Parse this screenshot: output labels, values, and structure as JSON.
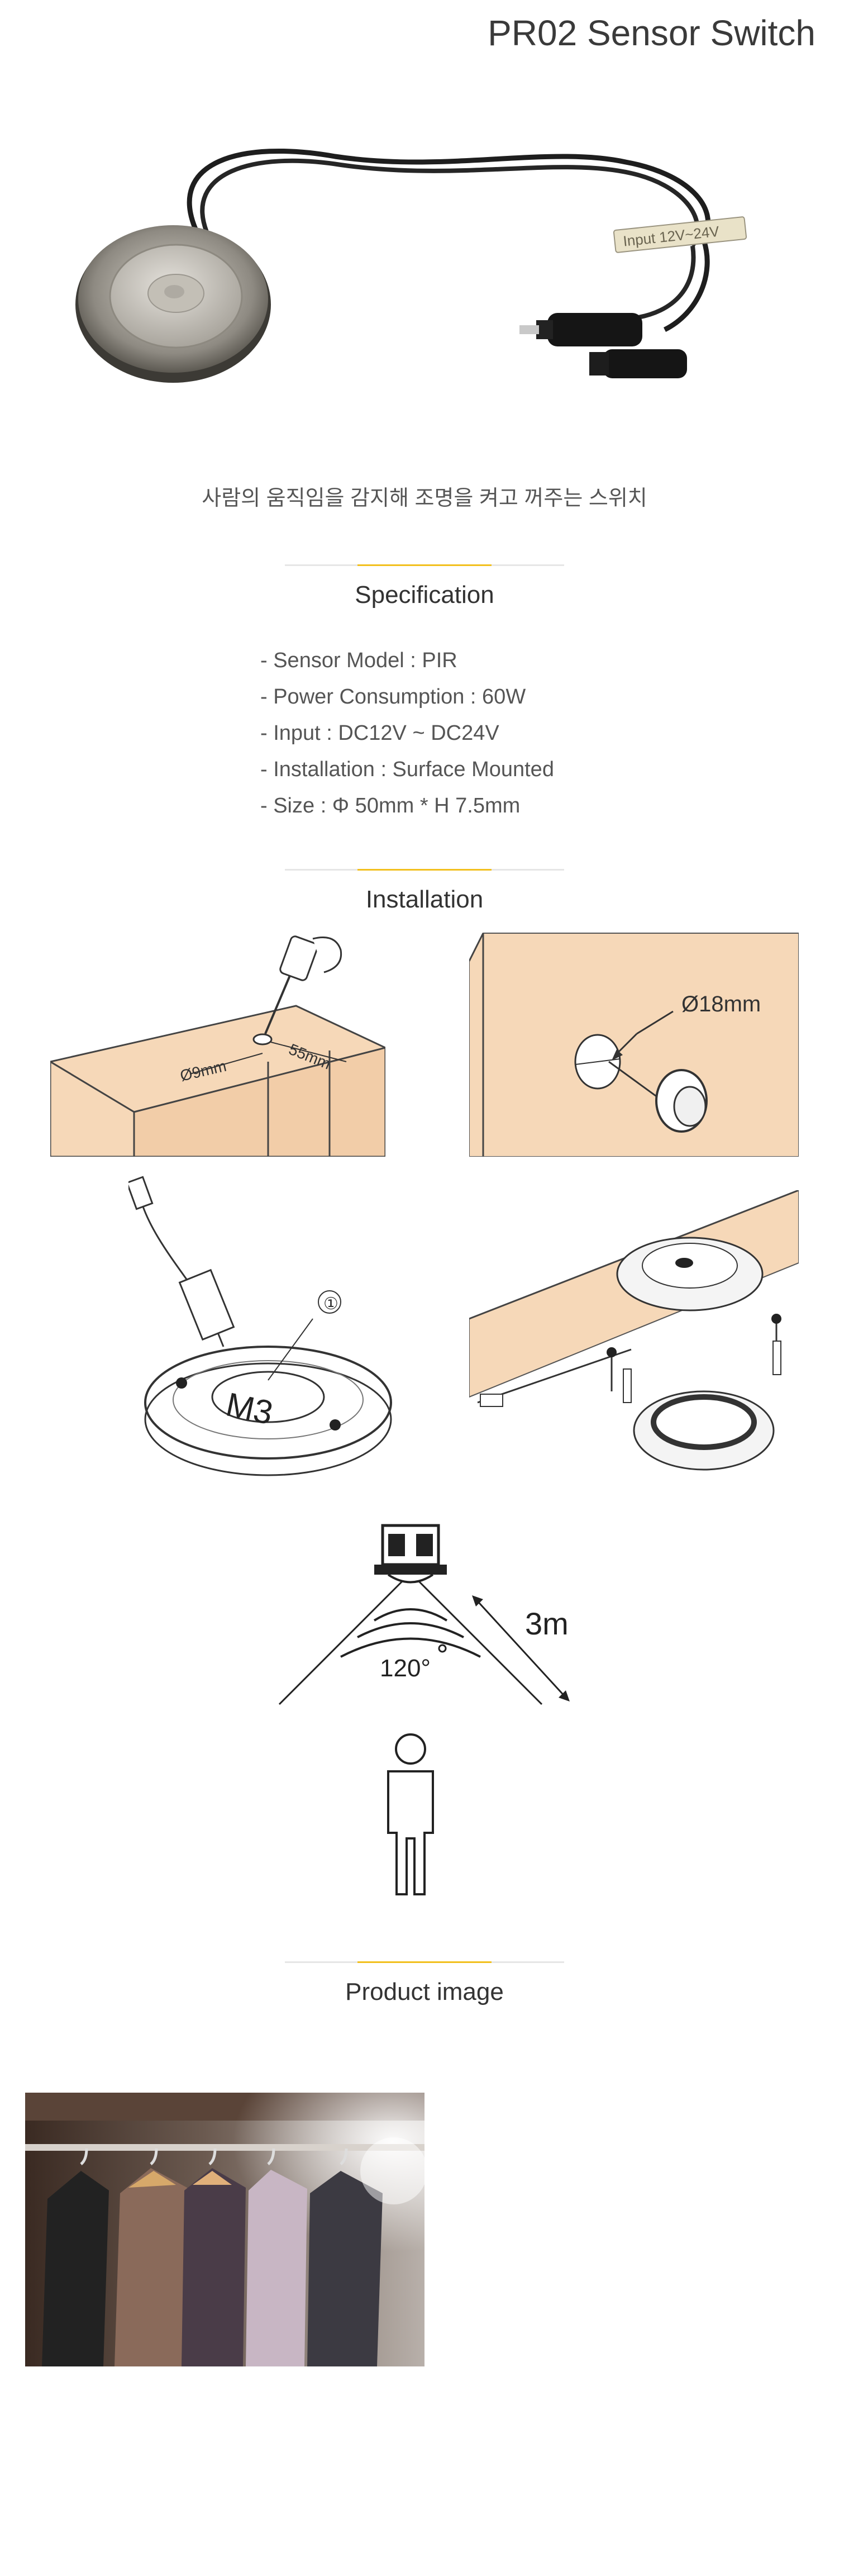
{
  "header": {
    "title": "PR02 Sensor Switch"
  },
  "hero": {
    "label_text": "Input 12V~24V",
    "tagline": "사람의 움직임을 감지해 조명을 켜고 꺼주는 스위치"
  },
  "specification": {
    "heading": "Specification",
    "items": [
      "- Sensor Model : PIR",
      "- Power Consumption : 60W",
      "- Input : DC12V ~ DC24V",
      "- Installation : Surface  Mounted",
      "- Size : Φ 50mm * H 7.5mm"
    ]
  },
  "installation": {
    "heading": "Installation",
    "drill_labels": {
      "hole": "Ø9mm",
      "edge": "55mm"
    },
    "hole_label": "Ø18mm",
    "screw_callout": "①",
    "screw_label": "M3",
    "detection": {
      "angle": "120°",
      "range": "3m"
    }
  },
  "product": {
    "heading": "Product image"
  },
  "colors": {
    "accent": "#f2c01e",
    "divider": "#e6e6e6",
    "wood": "#f6d8b8"
  }
}
